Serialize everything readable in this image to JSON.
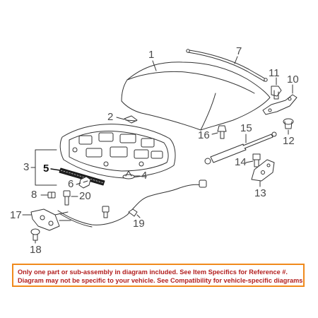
{
  "callouts": {
    "c1": "1",
    "c2": "2",
    "c3": "3",
    "c4": "4",
    "c5": "5",
    "c6": "6",
    "c7": "7",
    "c8": "8",
    "c10": "10",
    "c11": "11",
    "c12": "12",
    "c13": "13",
    "c14": "14",
    "c15": "15",
    "c16": "16",
    "c17": "17",
    "c18": "18",
    "c19": "19",
    "c20": "20"
  },
  "disclaimer": {
    "line1": "Only one part or sub-assembly in diagram included. See Item Specifics for Reference #.",
    "line2": "Diagram may not be specific to your vehicle. See Compatibility for vehicle-specific diagrams."
  },
  "colors": {
    "border": "#f08a1c",
    "notice_text": "#b32020",
    "lines": "#333333",
    "highlight": "#111111"
  }
}
